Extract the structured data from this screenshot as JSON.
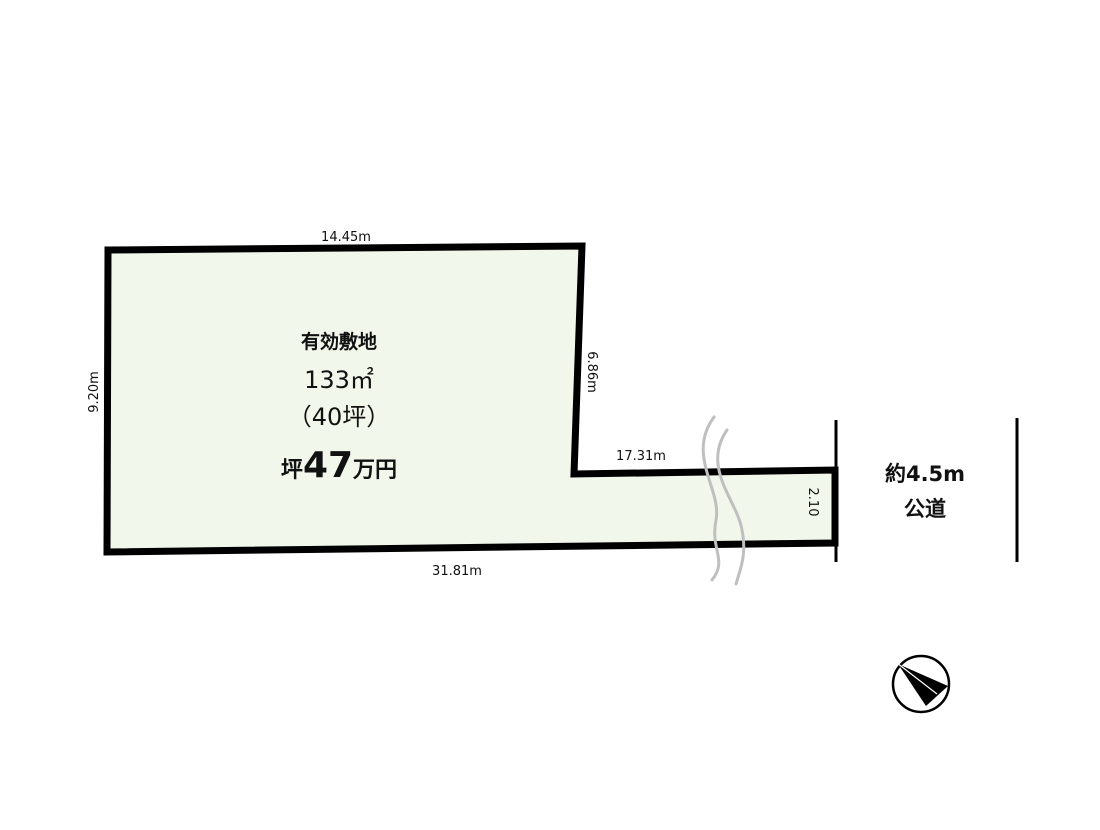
{
  "plot": {
    "fill_color": "#f1f7ea",
    "stroke_color": "#000000",
    "label": "有効敷地",
    "area": "133㎡",
    "tsubo": "（40坪）",
    "price_prefix": "坪",
    "price_number": "47",
    "price_suffix": "万円"
  },
  "dimensions": {
    "top": "14.45m",
    "left": "9.20m",
    "inner_vertical": "6.86m",
    "inner_horizontal": "17.31m",
    "right_end": "2.10",
    "bottom": "31.81m"
  },
  "road": {
    "line1": "約4.5m",
    "line2": "公道"
  },
  "icons": {
    "break_mark": "break-line-icon",
    "compass": "north-arrow-icon"
  }
}
